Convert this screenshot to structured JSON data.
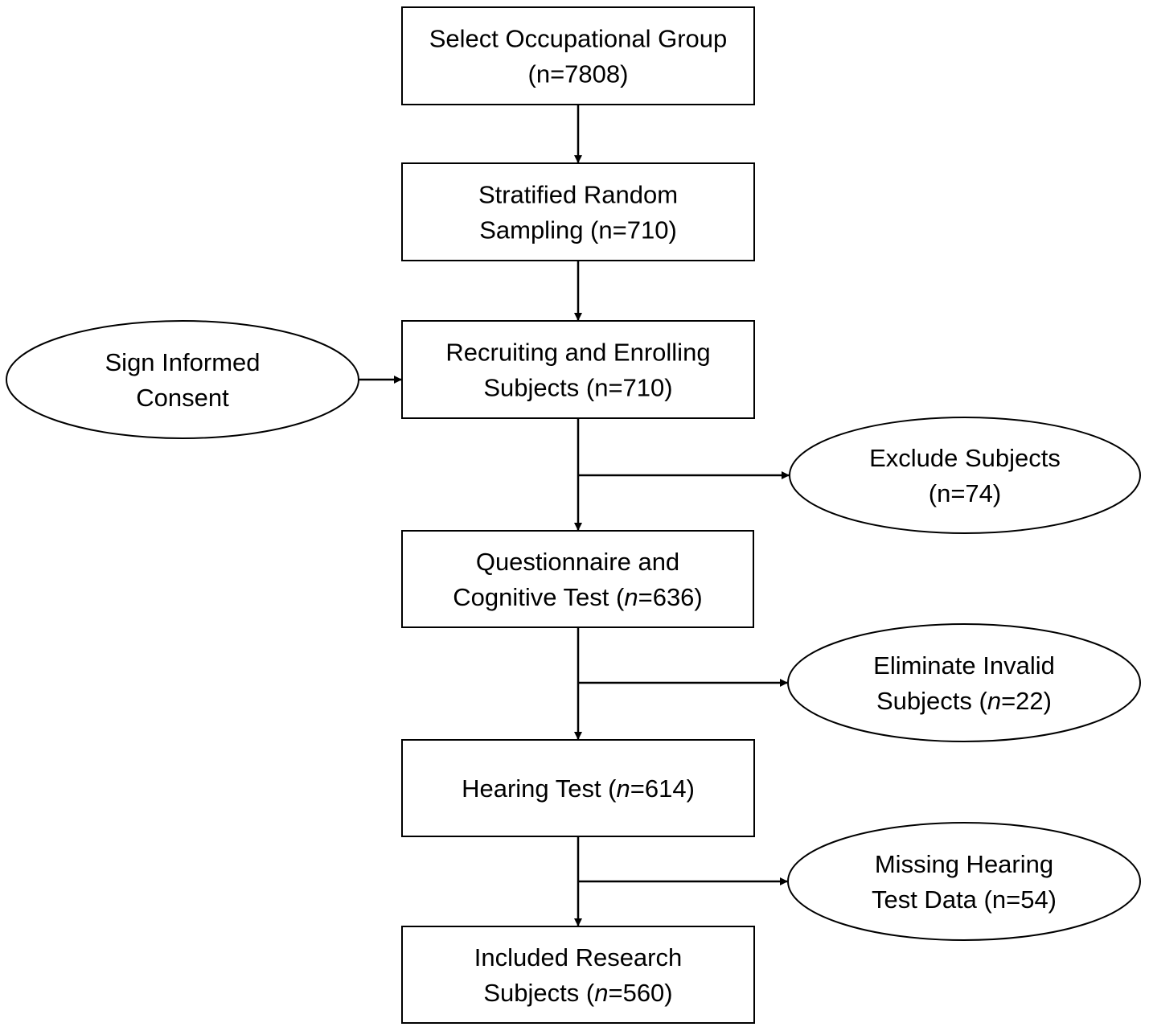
{
  "diagram": {
    "boxes": [
      {
        "id": "select",
        "lines": [
          [
            {
              "t": "Select Occupational Group"
            }
          ],
          [
            {
              "t": "(n=7808)"
            }
          ]
        ]
      },
      {
        "id": "sampling",
        "lines": [
          [
            {
              "t": "Stratified Random"
            }
          ],
          [
            {
              "t": "Sampling (n=710)"
            }
          ]
        ]
      },
      {
        "id": "recruit",
        "lines": [
          [
            {
              "t": "Recruiting and Enrolling"
            }
          ],
          [
            {
              "t": "Subjects (n=710)"
            }
          ]
        ]
      },
      {
        "id": "questionnaire",
        "lines": [
          [
            {
              "t": "Questionnaire and"
            }
          ],
          [
            {
              "t": "Cognitive Test ("
            },
            {
              "t": "n",
              "i": true
            },
            {
              "t": "=636)"
            }
          ]
        ]
      },
      {
        "id": "hearing",
        "lines": [
          [
            {
              "t": "Hearing Test ("
            },
            {
              "t": "n",
              "i": true
            },
            {
              "t": "=614)"
            }
          ]
        ]
      },
      {
        "id": "included",
        "lines": [
          [
            {
              "t": "Included Research"
            }
          ],
          [
            {
              "t": "Subjects ("
            },
            {
              "t": "n",
              "i": true
            },
            {
              "t": "=560)"
            }
          ]
        ]
      }
    ],
    "ovals": [
      {
        "id": "consent",
        "lines": [
          [
            {
              "t": "Sign Informed"
            }
          ],
          [
            {
              "t": "Consent"
            }
          ]
        ]
      },
      {
        "id": "exclude",
        "lines": [
          [
            {
              "t": "Exclude Subjects"
            }
          ],
          [
            {
              "t": "(n=74)"
            }
          ]
        ]
      },
      {
        "id": "eliminate",
        "lines": [
          [
            {
              "t": "Eliminate Invalid"
            }
          ],
          [
            {
              "t": "Subjects ("
            },
            {
              "t": "n",
              "i": true
            },
            {
              "t": "=22)"
            }
          ]
        ]
      },
      {
        "id": "missing",
        "lines": [
          [
            {
              "t": "Missing Hearing"
            }
          ],
          [
            {
              "t": "Test Data (n=54)"
            }
          ]
        ]
      }
    ]
  }
}
